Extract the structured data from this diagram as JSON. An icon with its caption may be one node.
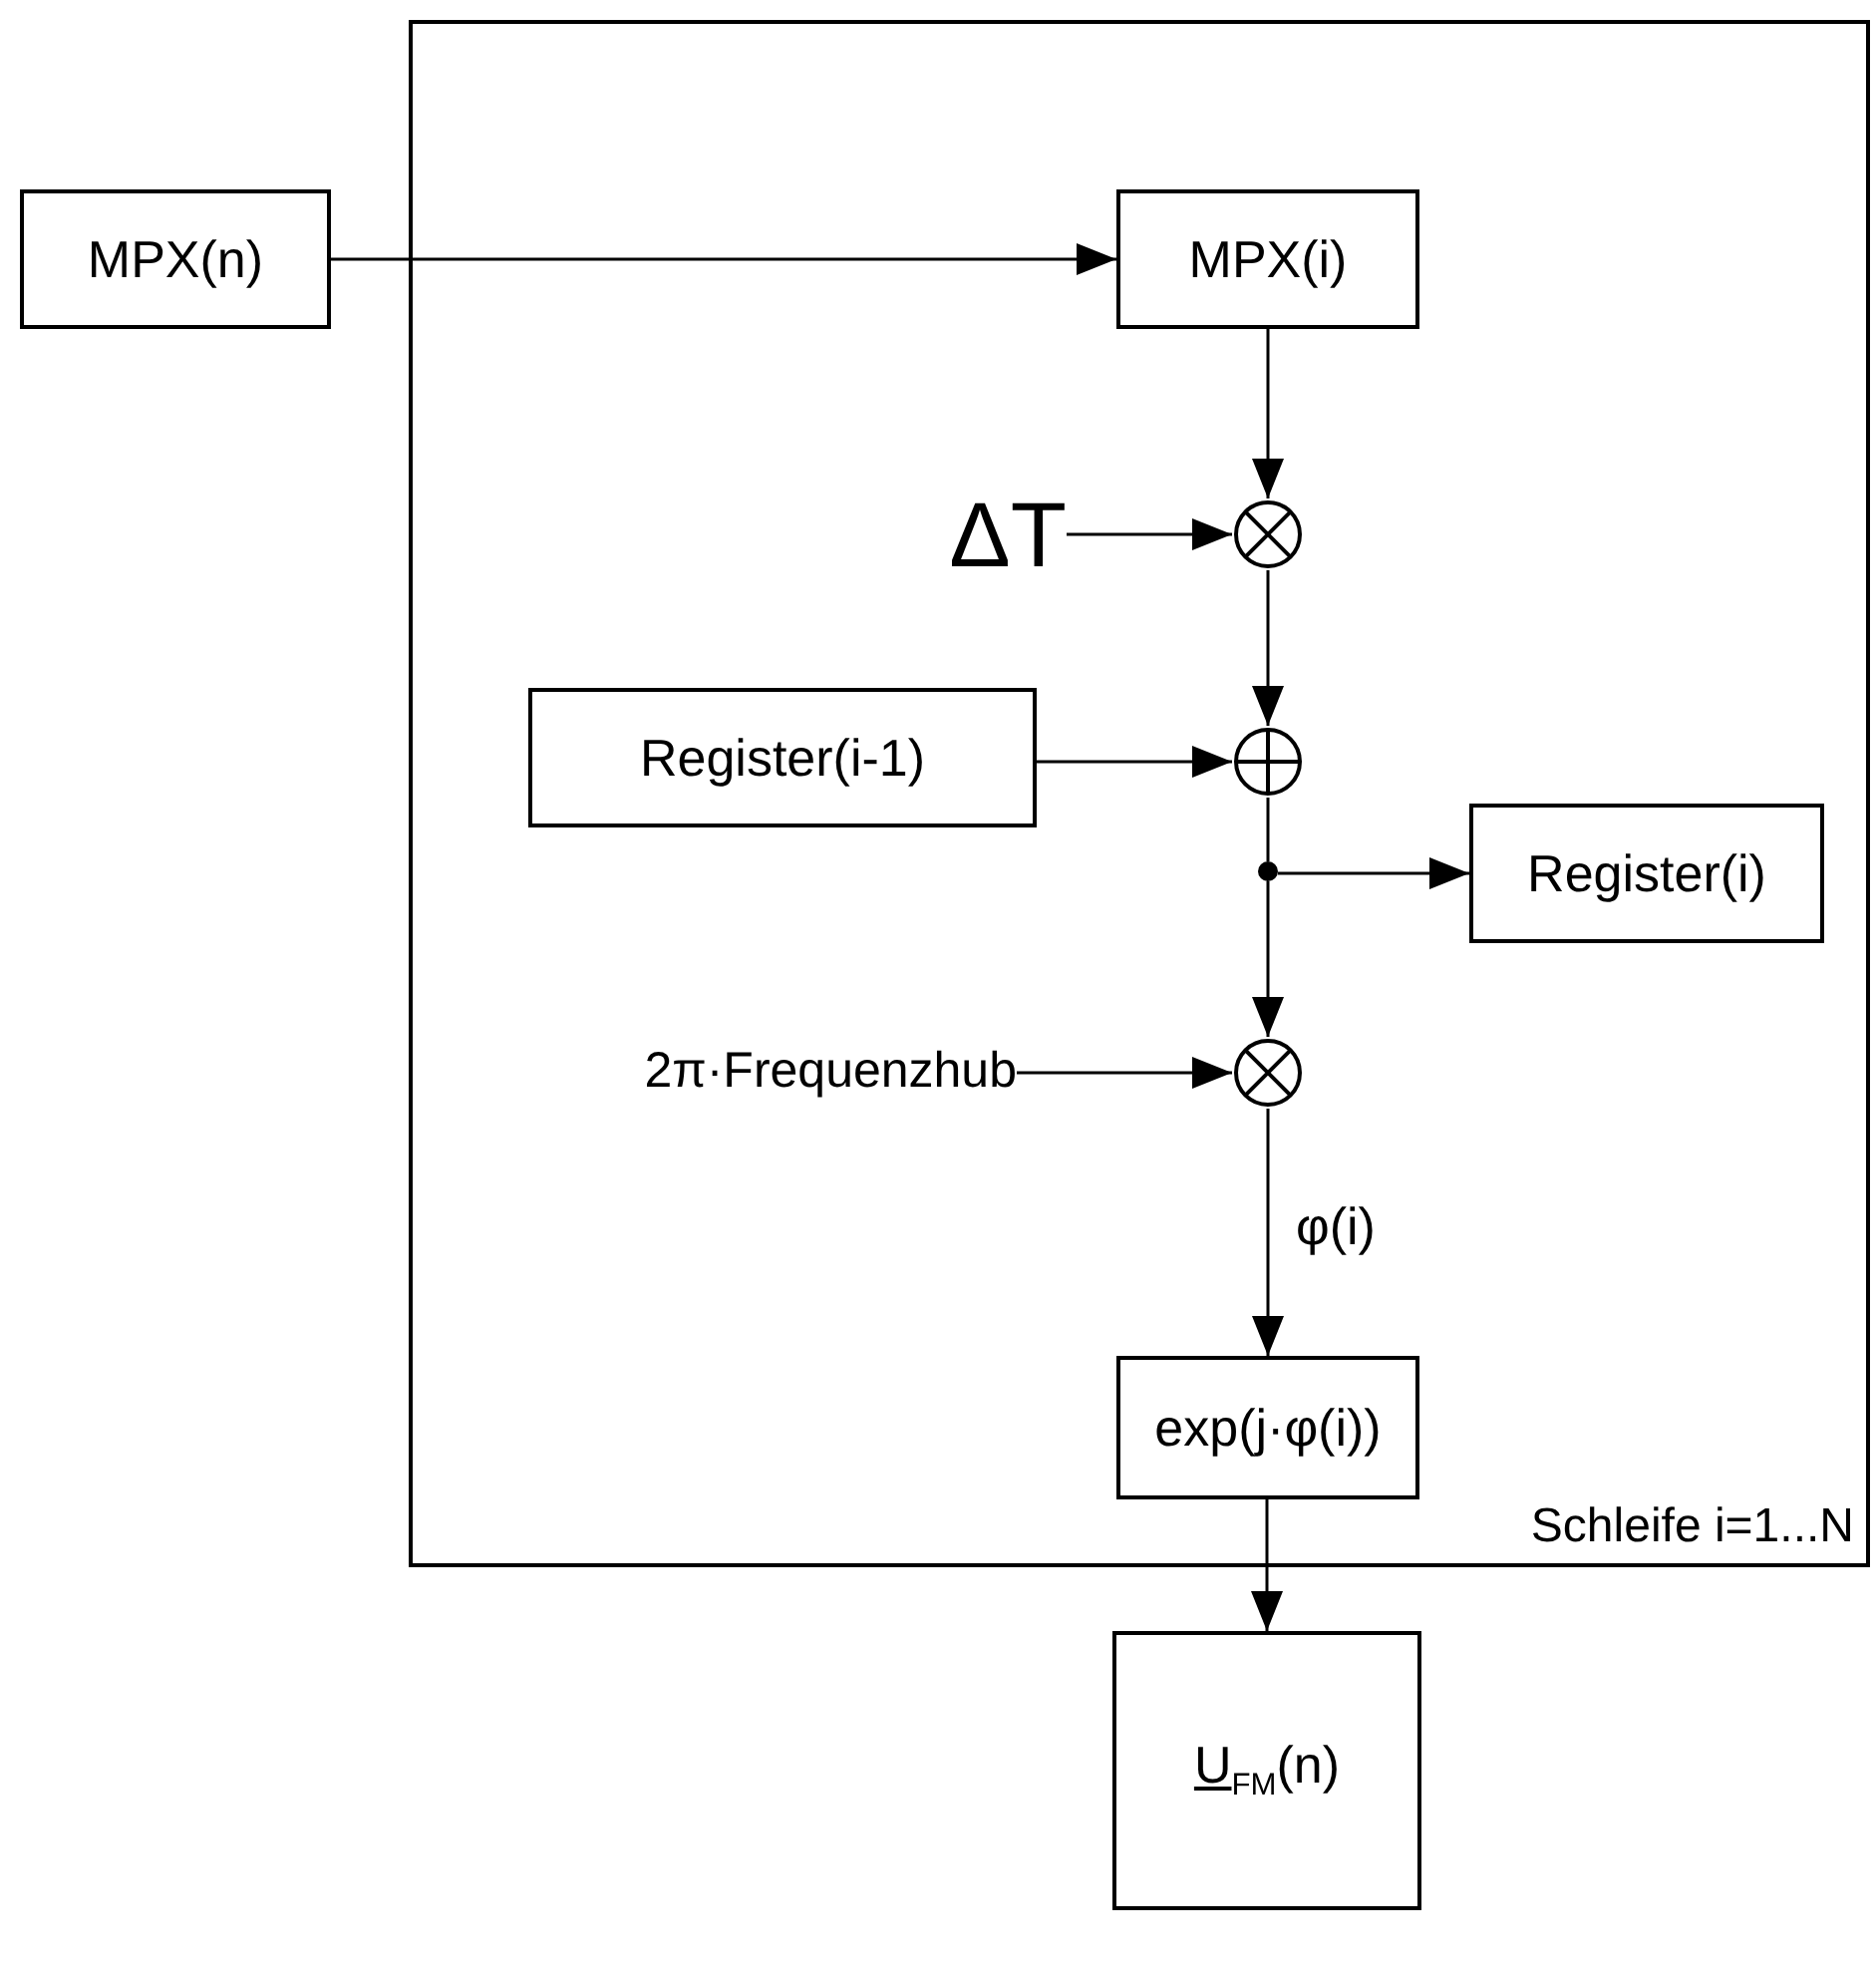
{
  "diagram": {
    "nodes": [
      {
        "text": [
          "Schleife i=1...N"
        ]
      },
      {
        "text": [
          "MPX(n)"
        ]
      },
      {
        "text": [
          "MPX(i)"
        ],
        "in": 0
      },
      {
        "text": [],
        "shape": "circle",
        "in": 0
      },
      {
        "text": [
          "ΔT"
        ],
        "in": 0
      },
      {
        "text": [
          "Register(i-1)"
        ],
        "in": 0
      },
      {
        "text": [],
        "shape": "circle",
        "in": 0
      },
      {
        "text": [],
        "shape": "circle",
        "in": 0
      },
      {
        "text": [
          "Register(i)"
        ],
        "in": 0
      },
      {
        "text": [
          "2π·Frequenzhub"
        ],
        "in": 0
      },
      {
        "text": [],
        "shape": "circle",
        "in": 0
      },
      {
        "text": [
          "exp(j·φ(i))"
        ],
        "in": 0
      },
      {
        "text": [
          "U$_{FM}$(n)"
        ]
      }
    ],
    "edges": [
      {
        "from": 1,
        "to": 2,
        "arrow": "to"
      },
      {
        "from": 2,
        "to": 3,
        "arrow": "to"
      },
      {
        "from": 4,
        "to": 3,
        "arrow": "to"
      },
      {
        "from": 3,
        "to": 6,
        "arrow": "to"
      },
      {
        "from": 5,
        "to": 6,
        "arrow": "to"
      },
      {
        "from": 6,
        "to": 7,
        "arrow": "none"
      },
      {
        "from": 7,
        "to": 8,
        "arrow": "to"
      },
      {
        "from": 7,
        "to": 10,
        "arrow": "to"
      },
      {
        "from": 9,
        "to": 10,
        "arrow": "to"
      },
      {
        "from": 10,
        "to": 11,
        "arrow": "to",
        "label": "φ(i)"
      },
      {
        "from": 11,
        "to": 12,
        "arrow": "to"
      }
    ]
  }
}
